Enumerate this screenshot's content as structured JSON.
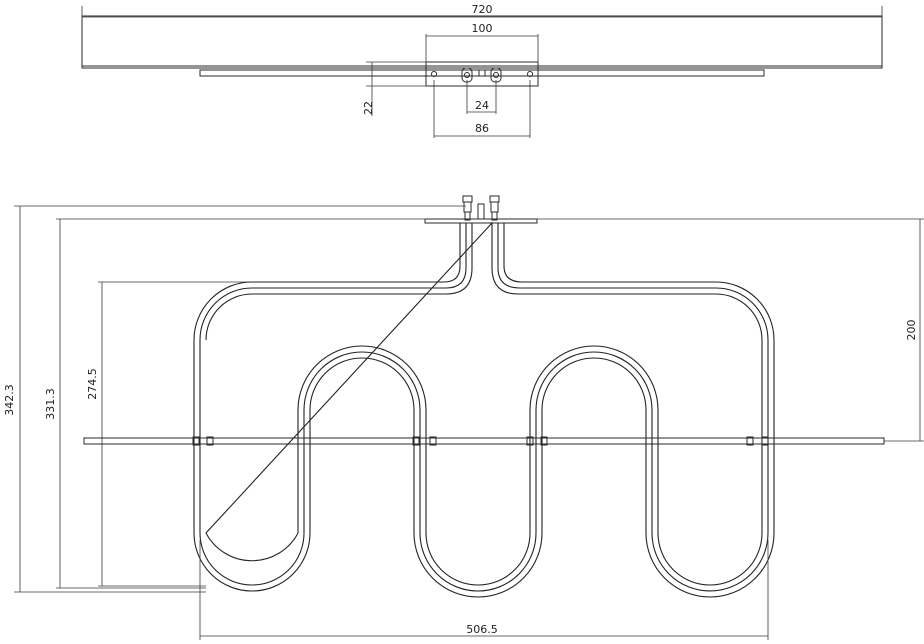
{
  "drawing": {
    "top_view": {
      "overall_width": "720",
      "plate_width": "100",
      "plate_height": "22",
      "terminal_spacing": "24",
      "hole_spacing": "86"
    },
    "front_view": {
      "total_height": "342.3",
      "height_to_plate": "331.3",
      "height_to_top_bend": "274.5",
      "bracket_height": "200",
      "element_width": "506.5"
    }
  }
}
